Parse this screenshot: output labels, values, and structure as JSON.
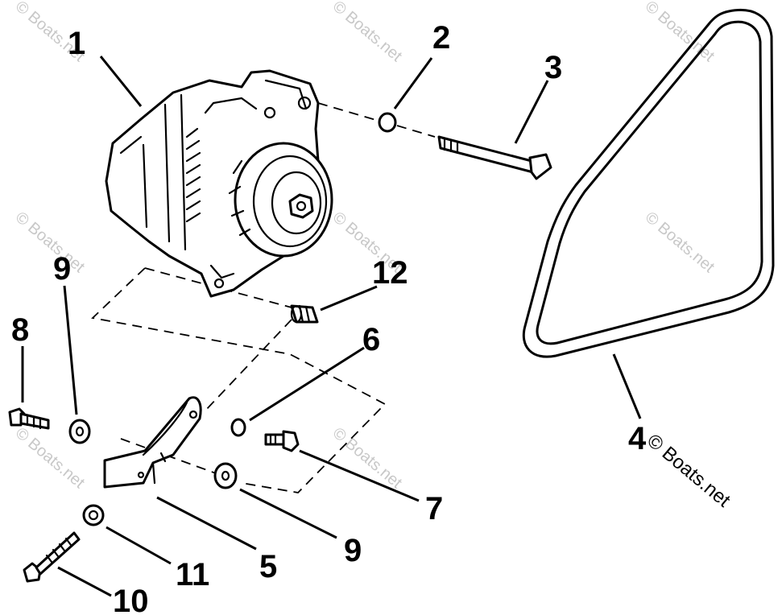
{
  "callouts": {
    "c1": "1",
    "c2": "2",
    "c3": "3",
    "c4": "4",
    "c5": "5",
    "c6": "6",
    "c7": "7",
    "c8": "8",
    "c9a": "9",
    "c9b": "9",
    "c10": "10",
    "c11": "11",
    "c12": "12"
  },
  "watermark": {
    "text": "© Boats.net"
  },
  "colors": {
    "ink": "#000000",
    "watermark": "#c8c8c8",
    "background": "#ffffff"
  }
}
